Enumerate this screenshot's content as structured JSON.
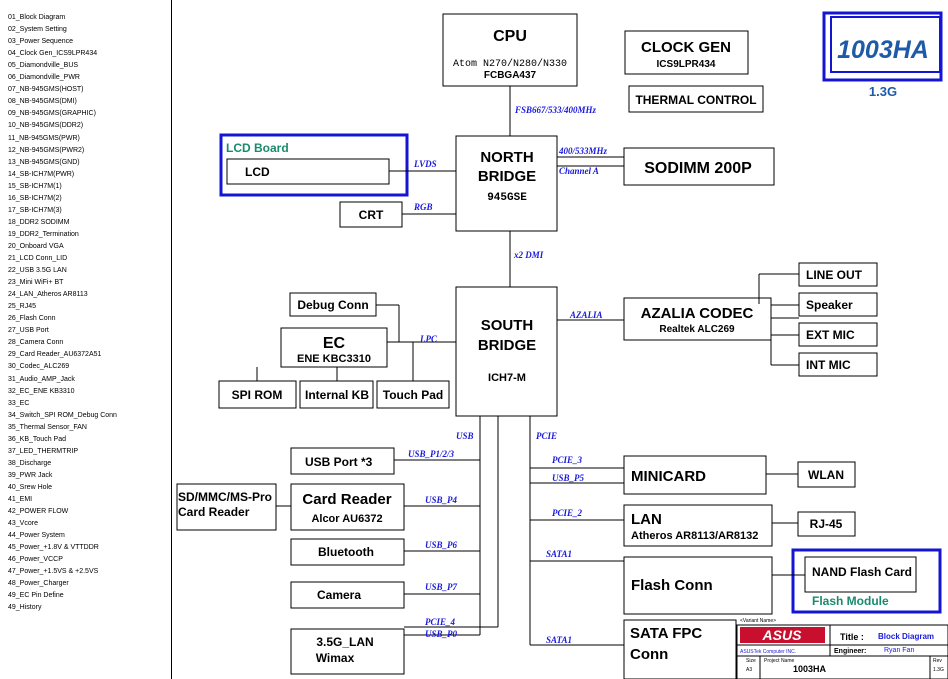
{
  "index": [
    "01_Block Diagram",
    "02_System Setting",
    "03_Power Sequence",
    "04_Clock Gen_ICS9LPR434",
    "05_Diamondville_BUS",
    "06_Diamondville_PWR",
    "07_NB-945GMS(HOST)",
    "08_NB-945GMS(DMI)",
    "09_NB-945GMS(GRAPHIC)",
    "10_NB-945GMS(DDR2)",
    "11_NB-945GMS(PWR)",
    "12_NB-945GMS(PWR2)",
    "13_NB-945GMS(GND)",
    "14_SB-ICH7M(PWR)",
    "15_SB-ICH7M(1)",
    "16_SB-ICH7M(2)",
    "17_SB-ICH7M(3)",
    "18_DDR2 SODIMM",
    "19_DDR2_Termination",
    "20_Onboard VGA",
    "21_LCD Conn_LID",
    "22_USB 3.5G LAN",
    "23_Mini WiFi+ BT",
    "24_LAN_Atheros AR8113",
    "25_RJ45",
    "26_Flash Conn",
    "27_USB Port",
    "28_Camera Conn",
    "29_Card Reader_AU6372A51",
    "30_Codec_ALC269",
    "31_Audio_AMP_Jack",
    "32_EC_ENE KB3310",
    "33_EC",
    "34_Switch_SPI ROM_Debug Conn",
    "35_Thermal Sensor_FAN",
    "36_KB_Touch Pad",
    "37_LED_THERMTRIP",
    "38_Discharge",
    "39_PWR Jack",
    "40_Srew Hole",
    "41_EMI",
    "42_POWER FLOW",
    "43_Vcore",
    "44_Power System",
    "45_Power_+1.8V & VTTDDR",
    "46_Power_VCCP",
    "47_Power_+1.5VS & +2.5VS",
    "48_Power_Charger",
    "49_EC Pin Define",
    "49_History"
  ],
  "cpu": {
    "title": "CPU",
    "line1": "Atom N270/N280/N330",
    "line2": "FCBGA437"
  },
  "clock_gen": {
    "title": "CLOCK GEN",
    "sub": "ICS9LPR434"
  },
  "thermal": "THERMAL CONTROL",
  "model": {
    "name": "1003HA",
    "sub": "1.3G"
  },
  "north_bridge": {
    "line1": "NORTH",
    "line2": "BRIDGE",
    "sub": "945GSE"
  },
  "sodimm": "SODIMM 200P",
  "lcd_board": {
    "title": "LCD Board",
    "lcd": "LCD"
  },
  "crt": "CRT",
  "south_bridge": {
    "line1": "SOUTH",
    "line2": "BRIDGE",
    "sub": "ICH7-M"
  },
  "azalia": {
    "title": "AZALIA CODEC",
    "sub": "Realtek ALC269"
  },
  "audio_outputs": [
    "LINE OUT",
    "Speaker",
    "EXT MIC",
    "INT MIC"
  ],
  "debug_conn": "Debug Conn",
  "ec": {
    "title": "EC",
    "sub": "ENE KBC3310"
  },
  "ec_children": [
    "SPI ROM",
    "Internal KB",
    "Touch Pad"
  ],
  "usb_port": "USB Port *3",
  "card_reader": {
    "title": "Card Reader",
    "sub": "Alcor AU6372"
  },
  "sd_label": {
    "line1": "SD/MMC/MS-Pro",
    "line2": "Card Reader"
  },
  "bluetooth": "Bluetooth",
  "camera": "Camera",
  "lan_3g": {
    "line1": "3.5G_LAN",
    "line2": "Wimax"
  },
  "minicard": "MINICARD",
  "wlan": "WLAN",
  "lan": {
    "title": "LAN",
    "sub": "Atheros AR8113/AR8132"
  },
  "rj45": "RJ-45",
  "flash_conn": "Flash Conn",
  "nand": {
    "title": "NAND Flash Card",
    "module": "Flash Module"
  },
  "sata_fpc": {
    "line1": "SATA FPC",
    "line2": "Conn"
  },
  "signals": {
    "fsb": "FSB667/533/400MHz",
    "ddr": "400/533MHz",
    "channel": "Channel A",
    "lvds": "LVDS",
    "rgb": "RGB",
    "dmi": "x2 DMI",
    "azalia": "AZALIA",
    "lpc": "LPC",
    "usb": "USB",
    "pcie": "PCIE",
    "pcie3": "PCIE_3",
    "usbp5": "USB_P5",
    "pcie2": "PCIE_2",
    "sata1": "SATA1",
    "sata1b": "SATA1",
    "usbp123": "USB_P1/2/3",
    "usbp4": "USB_P4",
    "usbp6": "USB_P6",
    "usbp7": "USB_P7",
    "pcie4": "PCIE_4",
    "usbp0": "USB_P0"
  },
  "titleblock": {
    "variant": "<Variant Name>",
    "logo": "ASUS",
    "title_label": "Title :",
    "title_value": "Block Diagram",
    "company": "ASUSTek Computer INC.",
    "engineer_label": "Engineer:",
    "engineer_value": "Ryan Fan",
    "size_label": "Size",
    "size_value": "A3",
    "project_label": "Project Name",
    "project_value": "1003HA",
    "rev_label": "Rev",
    "rev_value": "1.3G"
  },
  "colors": {
    "accent_blue": "#1414d2",
    "signal_blue": "#1a1adb",
    "logo_red": "#c8102e",
    "model_blue": "#1e5aa8",
    "nand_green": "#1a8a6e"
  }
}
